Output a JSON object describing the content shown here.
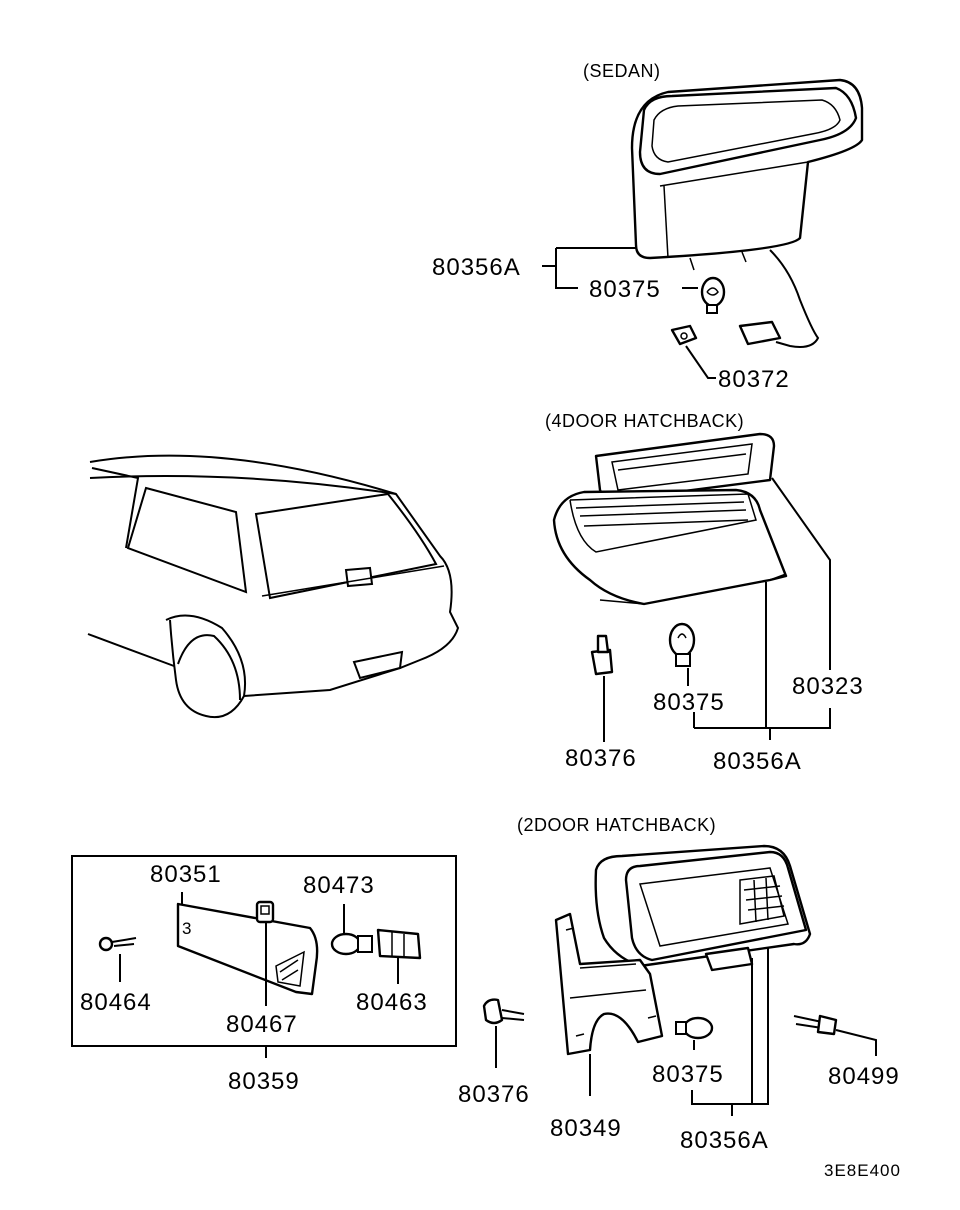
{
  "sections": {
    "sedan": "(SEDAN)",
    "hb4": "(4DOOR HATCHBACK)",
    "hb2": "(2DOOR HATCHBACK)"
  },
  "parts": {
    "sedan_assembly": "80356A",
    "sedan_bulb": "80375",
    "sedan_nut": "80372",
    "hb4_lens": "80323",
    "hb4_bulb": "80375",
    "hb4_clip": "80376",
    "hb4_assembly": "80356A",
    "kit_lamp": "80351",
    "kit_bulb": "80473",
    "kit_screw": "80464",
    "kit_clip": "80467",
    "kit_socket": "80463",
    "kit": "80359",
    "hb2_clip": "80376",
    "hb2_bracket": "80349",
    "hb2_bulb": "80375",
    "hb2_assembly": "80356A",
    "hb2_bolt": "80499"
  },
  "diagram_code": "3E8E400"
}
